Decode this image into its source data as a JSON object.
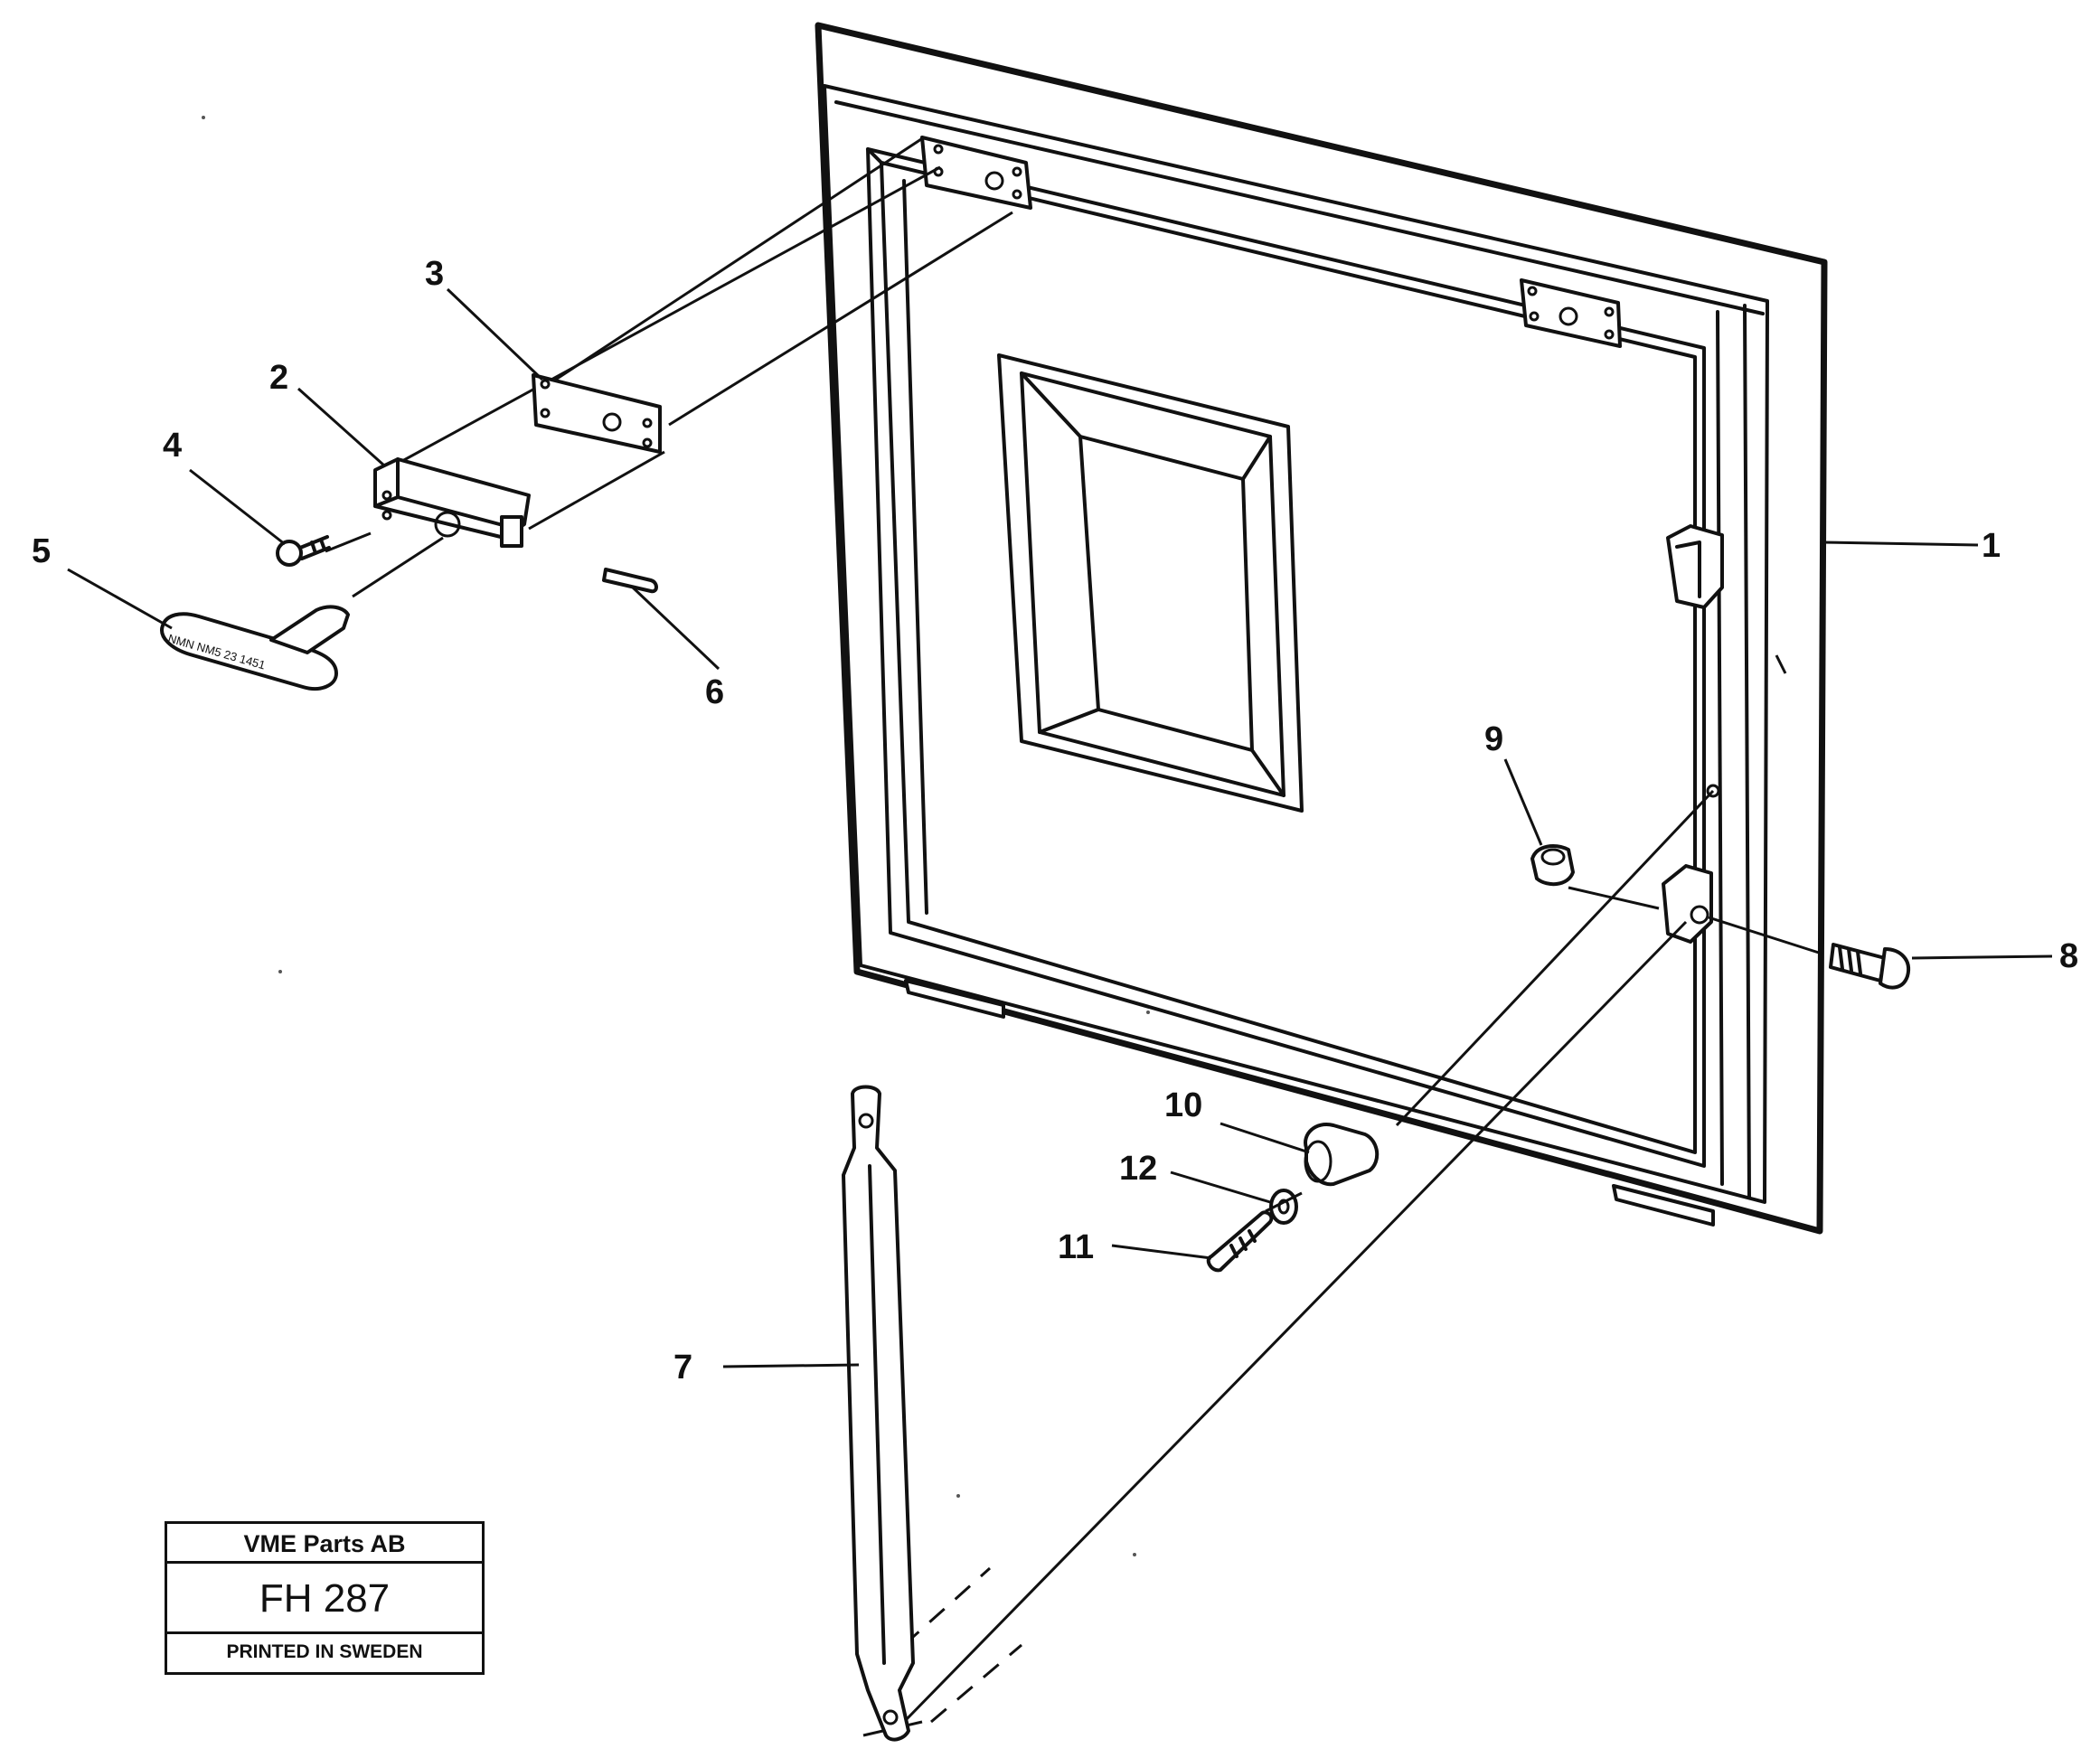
{
  "diagram": {
    "callouts": [
      {
        "id": "callout-1",
        "label": "1"
      },
      {
        "id": "callout-2",
        "label": "2"
      },
      {
        "id": "callout-3",
        "label": "3"
      },
      {
        "id": "callout-4",
        "label": "4"
      },
      {
        "id": "callout-5",
        "label": "5"
      },
      {
        "id": "callout-6",
        "label": "6"
      },
      {
        "id": "callout-7",
        "label": "7"
      },
      {
        "id": "callout-8",
        "label": "8"
      },
      {
        "id": "callout-9",
        "label": "9"
      },
      {
        "id": "callout-10",
        "label": "10"
      },
      {
        "id": "callout-11",
        "label": "11"
      },
      {
        "id": "callout-12",
        "label": "12"
      }
    ]
  },
  "title_block": {
    "company": "VME Parts AB",
    "code": "FH 287",
    "printed": "PRINTED IN SWEDEN"
  }
}
